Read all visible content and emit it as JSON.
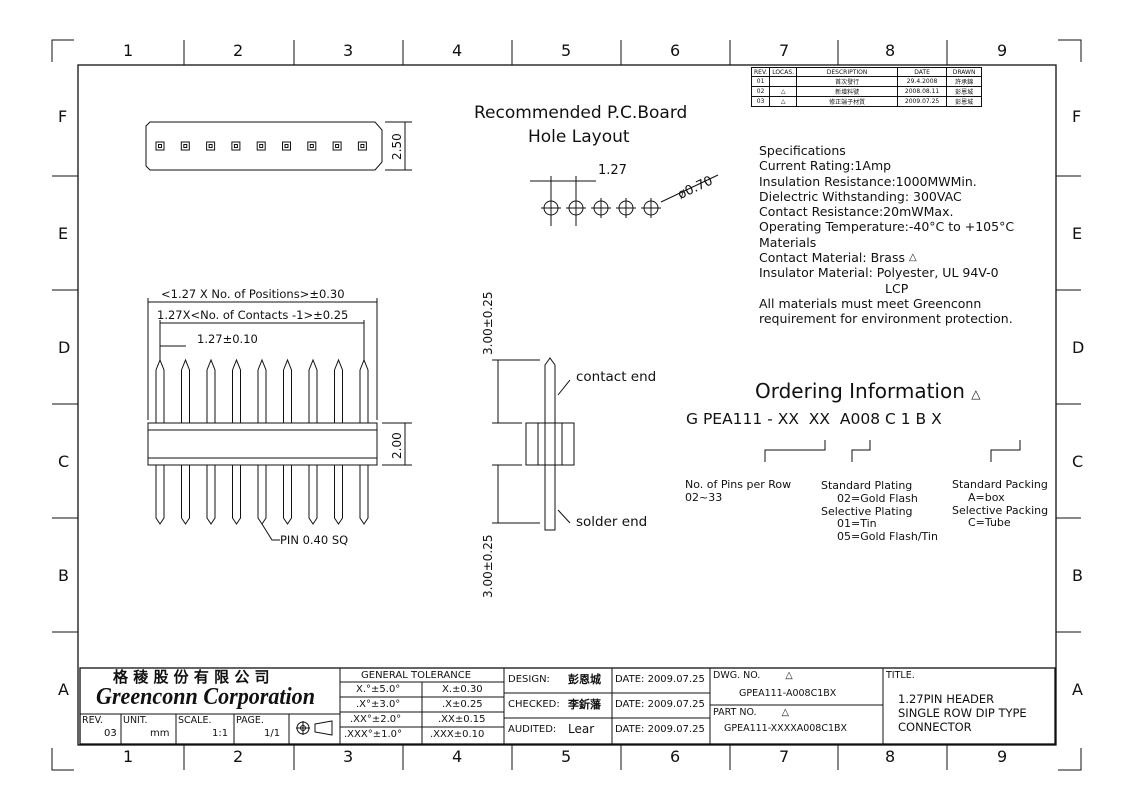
{
  "grid": {
    "columns": [
      "1",
      "2",
      "3",
      "4",
      "5",
      "6",
      "7",
      "8",
      "9"
    ],
    "rows": [
      "F",
      "E",
      "D",
      "C",
      "B",
      "A"
    ]
  },
  "revisions": {
    "headers": [
      "REV.",
      "LOCAS.",
      "DESCRIPTION",
      "DATE",
      "DRAWN"
    ],
    "rows": [
      {
        "rev": "01",
        "loc": "",
        "desc": "首次發行",
        "date": "29.4.2008",
        "drawn": "許承錦"
      },
      {
        "rev": "02",
        "loc": "△",
        "desc": "新增料號",
        "date": "2008.08.11",
        "drawn": "彭恩城"
      },
      {
        "rev": "03",
        "loc": "△",
        "desc": "修正端子材質",
        "date": "2009.07.25",
        "drawn": "彭恩城"
      }
    ]
  },
  "top_view": {
    "height_dim": "2.50"
  },
  "hole_layout": {
    "title_line1": "Recommended P.C.Board",
    "title_line2": "Hole Layout",
    "pitch": "1.27",
    "hole_dia": "ø0.70"
  },
  "specifications": {
    "title": "Specifications",
    "lines": [
      "Current Rating:1Amp",
      "Insulation Resistance:1000MWMin.",
      "Dielectric Withstanding:  300VAC",
      "Contact Resistance:20mWMax.",
      "Operating Temperature:-40°C to +105°C",
      "Materials",
      "Contact Material: Brass",
      "Insulator Material: Polyester, UL 94V-0",
      "LCP",
      "All materials must meet Greenconn",
      "requirement for environment protection."
    ]
  },
  "front_view": {
    "dim_total": "<1.27 X No. of Positions>±0.30",
    "dim_contacts": "1.27X<No. of Contacts -1>±0.25",
    "dim_pitch": "1.27±0.10",
    "dim_height": "2.00",
    "pin_note": "PIN 0.40 SQ"
  },
  "side_view": {
    "top_dim": "3.00±0.25",
    "bottom_dim": "3.00±0.25",
    "contact_label": "contact end",
    "solder_label": "solder end"
  },
  "ordering": {
    "title": "Ordering Information",
    "code": "G PEA111 - XX  XX  A008 C 1 B X",
    "pins_title": "No. of Pins per Row",
    "pins_range": "02~33",
    "plating_title": "Standard Plating",
    "plating_1": "02=Gold Flash",
    "sel_plating_title": "Selective Plating",
    "sel_plating_1": "01=Tin",
    "sel_plating_2": "05=Gold Flash/Tin",
    "packing_title": "Standard Packing",
    "packing_1": "A=box",
    "sel_packing_title": "Selective Packing",
    "sel_packing_1": "C=Tube"
  },
  "title_block": {
    "company_cn": "格 稜 股 份 有 限 公 司",
    "company_en": "Greenconn Corporation",
    "rev_label": "REV.",
    "rev_value": "03",
    "unit_label": "UNIT.",
    "unit_value": "mm",
    "scale_label": "SCALE.",
    "scale_value": "1:1",
    "page_label": "PAGE.",
    "page_value": "1/1",
    "tol_title": "GENERAL  TOLERANCE",
    "tol_rows": [
      {
        "a": "X.°±5.0°",
        "b": "X.±0.30"
      },
      {
        "a": ".X°±3.0°",
        "b": ".X±0.25"
      },
      {
        "a": ".XX°±2.0°",
        "b": ".XX±0.15"
      },
      {
        "a": ".XXX°±1.0°",
        "b": ".XXX±0.10"
      }
    ],
    "design_label": "DESIGN:",
    "design_value": "彭恩城",
    "checked_label": "CHECKED:",
    "checked_value": "李釿藩",
    "audited_label": "AUDITED:",
    "audited_value": "Lear",
    "date_label": "DATE:",
    "date_value": "2009.07.25",
    "dwg_label": "DWG. NO.",
    "dwg_value": "GPEA111-A008C1BX",
    "part_label": "PART NO.",
    "part_value": "GPEA111-XXXXA008C1BX",
    "title_label": "TITLE.",
    "title_line1": "1.27PIN HEADER",
    "title_line2": "SINGLE ROW DIP TYPE",
    "title_line3": "CONNECTOR"
  }
}
